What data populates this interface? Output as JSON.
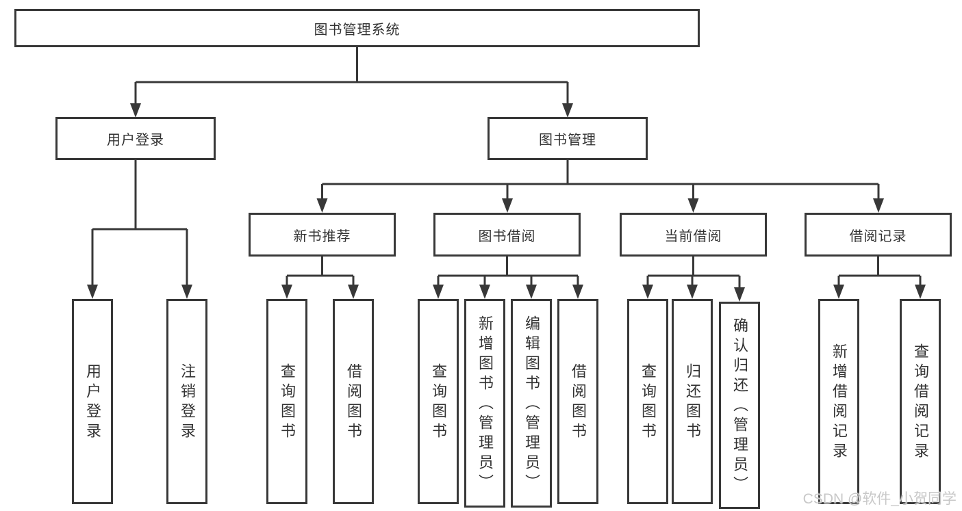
{
  "colors": {
    "line": "#383838",
    "text": "#333333",
    "background": "#ffffff",
    "watermark": "#c8c8c8"
  },
  "diagram": {
    "root": {
      "label": "图书管理系统"
    },
    "children": [
      {
        "label": "用户登录",
        "children": [
          {
            "label": "用户登录"
          },
          {
            "label": "注销登录"
          }
        ]
      },
      {
        "label": "图书管理",
        "children": [
          {
            "label": "新书推荐",
            "children": [
              {
                "label": "查询图书"
              },
              {
                "label": "借阅图书"
              }
            ]
          },
          {
            "label": "图书借阅",
            "children": [
              {
                "label": "查询图书"
              },
              {
                "label": "新增图书（管理员）"
              },
              {
                "label": "编辑图书（管理员）"
              },
              {
                "label": "借阅图书"
              }
            ]
          },
          {
            "label": "当前借阅",
            "children": [
              {
                "label": "查询图书"
              },
              {
                "label": "归还图书"
              },
              {
                "label": "确认归还（管理员）"
              }
            ]
          },
          {
            "label": "借阅记录",
            "children": [
              {
                "label": "新增借阅记录"
              },
              {
                "label": "查询借阅记录"
              }
            ]
          }
        ]
      }
    ]
  },
  "watermark": {
    "text": "CSDN @软件_小贺同学"
  }
}
